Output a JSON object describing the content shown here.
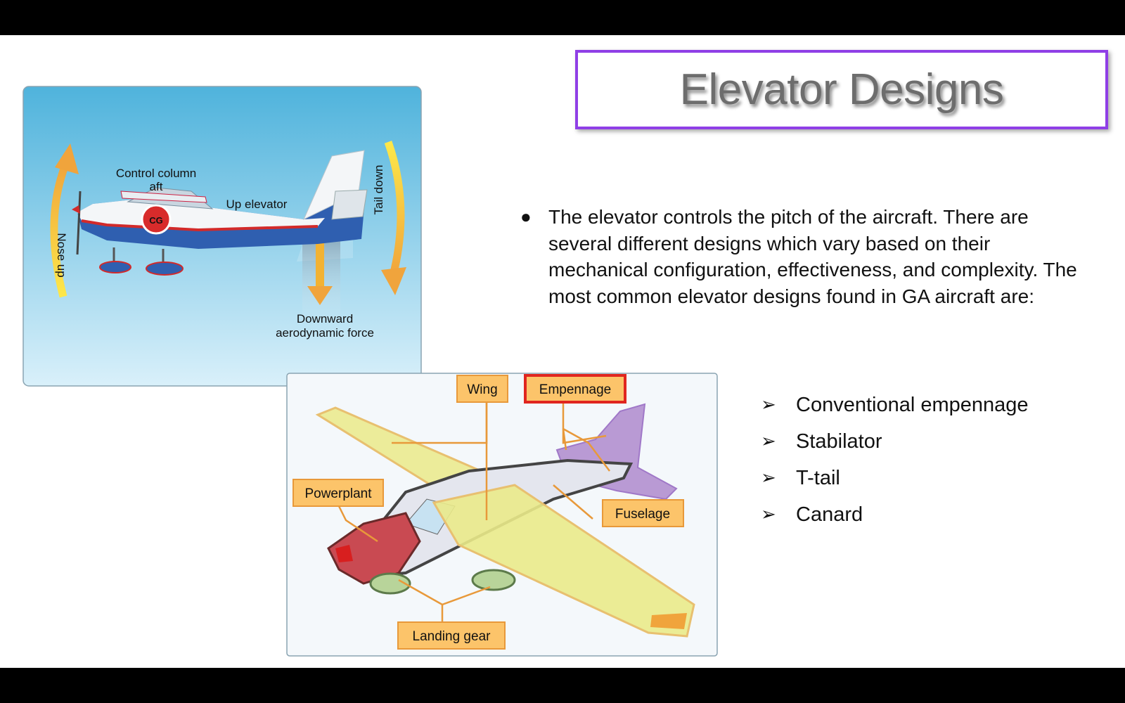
{
  "slide": {
    "title": "Elevator Designs",
    "bullet_text": "The elevator controls the pitch of the aircraft. There are several different designs which vary based on their mechanical configuration, effectiveness, and complexity.  The most common elevator designs found in GA aircraft are:",
    "bullet_symbol": "●",
    "sub_bullet_symbol": "➢",
    "sub_items": [
      {
        "label": "Conventional empennage"
      },
      {
        "label": "Stabilator"
      },
      {
        "label": "T-tail"
      },
      {
        "label": "Canard"
      }
    ]
  },
  "figure_pitch": {
    "label_control_column": "Control column",
    "label_aft": "aft",
    "label_up_elevator": "Up elevator",
    "label_cg": "CG",
    "label_tail_down": "Tail down",
    "label_nose_up": "Nose up",
    "label_downward": "Downward",
    "label_aero_force": "aerodynamic force"
  },
  "figure_parts": {
    "label_wing": "Wing",
    "label_empennage": "Empennage",
    "label_powerplant": "Powerplant",
    "label_fuselage": "Fuselage",
    "label_landing_gear": "Landing gear"
  },
  "colors": {
    "title_border": "#8f3fe6",
    "label_fill": "#fcc46a",
    "label_border": "#e8993a",
    "empennage_border": "#e0261f",
    "sky_top": "#4fb3dc",
    "sky_bottom": "#d9f0fa"
  }
}
